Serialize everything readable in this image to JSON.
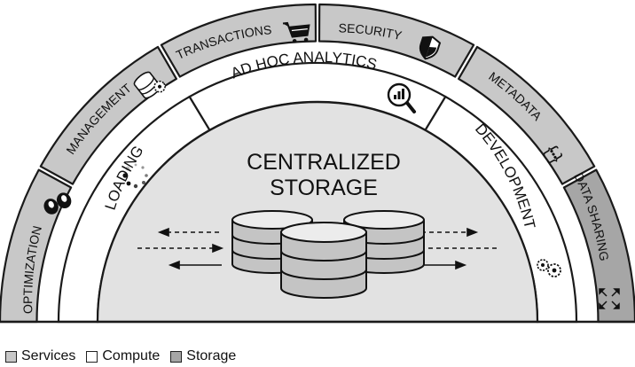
{
  "core": {
    "title_line1": "CENTRALIZED",
    "title_line2": "STORAGE"
  },
  "compute_ring": {
    "loading": "LOADING",
    "ad_hoc": "AD HOC ANALYTICS",
    "development": "DEVELOPMENT"
  },
  "services_ring": {
    "optimization": "OPTIMIZATION",
    "management": "MANAGEMENT",
    "transactions": "TRANSACTIONS",
    "security": "SECURITY",
    "metadata": "METADATA"
  },
  "storage_ring": {
    "data_sharing": "DATA SHARING"
  },
  "legend": {
    "services": "Services",
    "compute": "Compute",
    "storage": "Storage"
  },
  "colors": {
    "services": "#c8c8c8",
    "compute": "#ffffff",
    "storage": "#a6a6a6",
    "core": "#e2e2e2",
    "outline": "#1a1a1a"
  },
  "icons": {
    "optimization": "pill-icon",
    "management": "database-gear-icon",
    "transactions": "shopping-cart-icon",
    "security": "shield-icon",
    "metadata": "braces-dots-icon",
    "data_sharing": "expand-arrows-icon",
    "ad_hoc": "magnifier-chart-icon",
    "loading": "loading-spinner-icon",
    "development": "gears-icon"
  }
}
